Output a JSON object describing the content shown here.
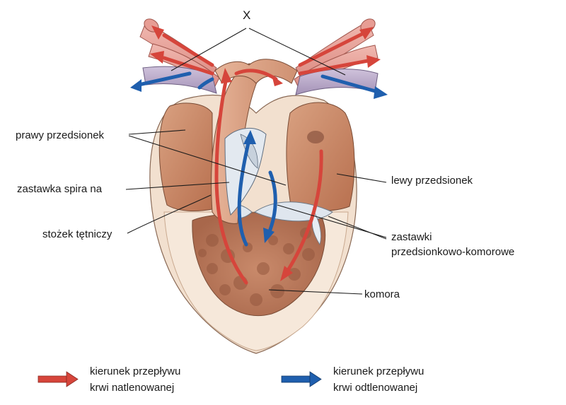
{
  "labels": {
    "x": "X",
    "right_atrium": "prawy przedsionek",
    "spiral_valve": "zastawka spira na",
    "conus": "stożek tętniczy",
    "left_atrium": "lewy przedsionek",
    "av_valves_line1": "zastawki",
    "av_valves_line2": "przedsionkowo-komorowe",
    "ventricle": "komora"
  },
  "legend": {
    "oxygenated_line1": "kierunek przepływu",
    "oxygenated_line2": "krwi natlenowanej",
    "deoxygenated_line1": "kierunek przepływu",
    "deoxygenated_line2": "krwi odtlenowanej"
  },
  "colors": {
    "oxygenated": "#d6453b",
    "deoxygenated": "#1f5fae",
    "heart_wall": "#f3e3d3",
    "atrium": "#c98b6a",
    "ventricle": "#b9765a",
    "vessel_red": "#e9a79f",
    "vessel_purple": "#b7a6c6",
    "valve": "#dfe6ee"
  }
}
